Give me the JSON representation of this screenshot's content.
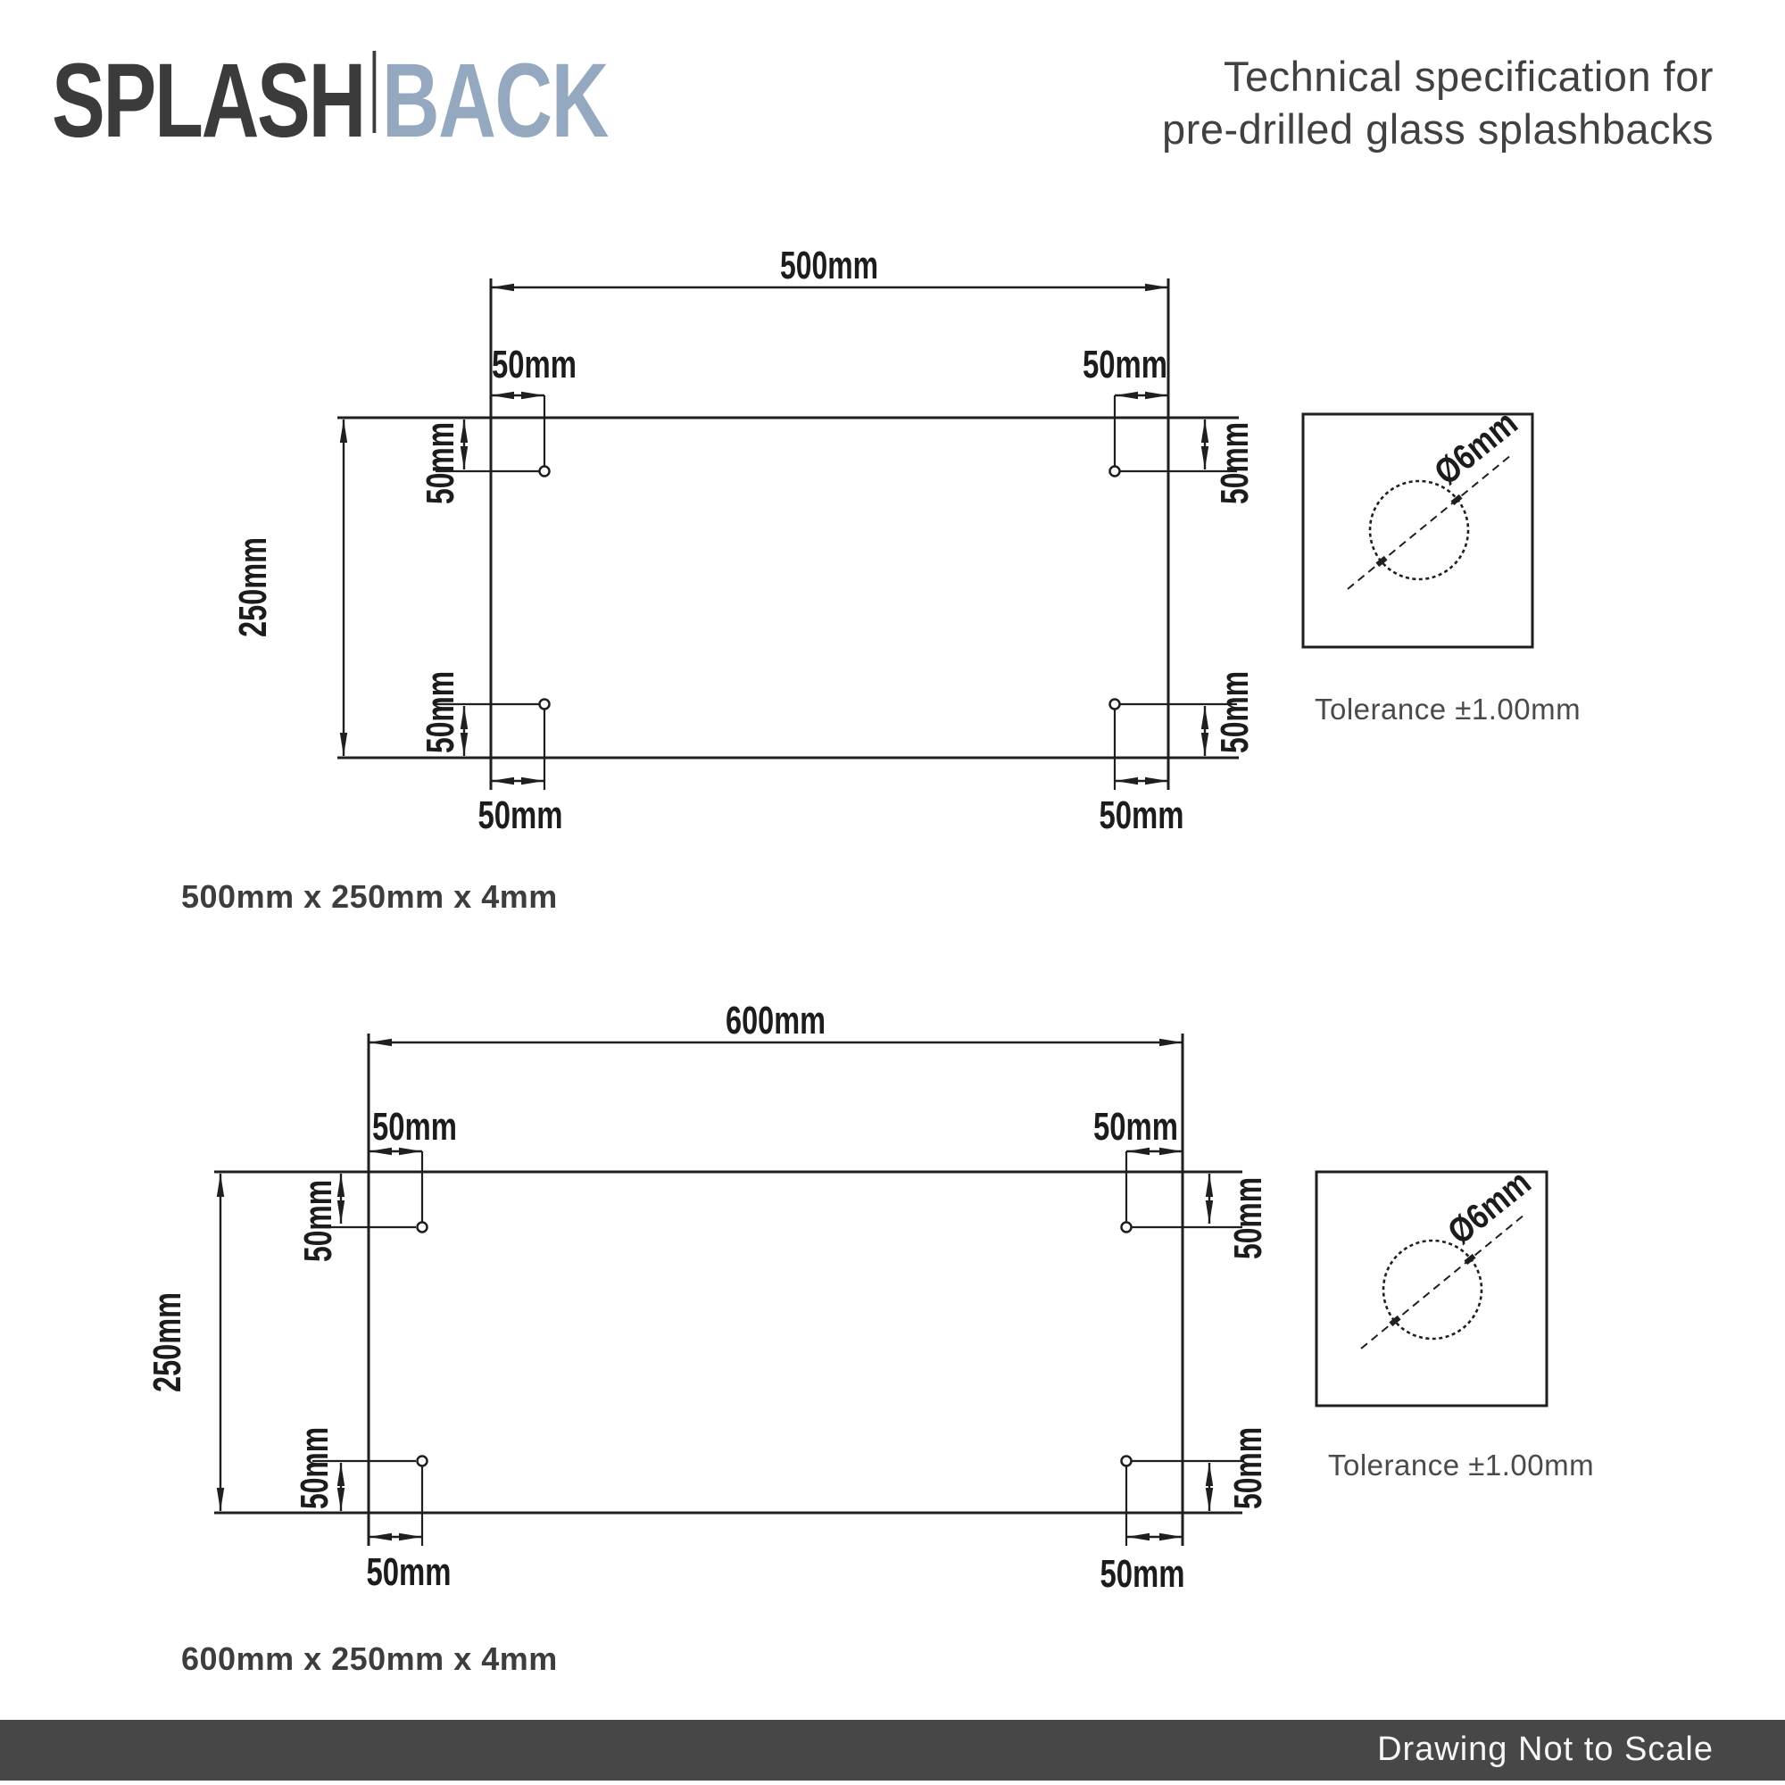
{
  "header": {
    "logo": {
      "primary": "SPLASH",
      "secondary": "BACK"
    },
    "title_line1": "Technical specification for",
    "title_line2": "pre-drilled glass splashbacks"
  },
  "drawings": [
    {
      "caption": "500mm x 250mm x 4mm",
      "width_label": "500mm",
      "height_label": "250mm",
      "hole_offset_label": "50mm"
    },
    {
      "caption": "600mm x 250mm x 4mm",
      "width_label": "600mm",
      "height_label": "250mm",
      "hole_offset_label": "50mm"
    }
  ],
  "detail": {
    "diameter_label": "Ø6mm",
    "tolerance_label": "Tolerance ±1.00mm"
  },
  "footer": {
    "note": "Drawing Not to Scale"
  },
  "colors": {
    "logo_primary": "#3b3b3b",
    "logo_accent": "#94a8bf",
    "line_ink": "#1f1f1f",
    "text_dark": "#3d3d3d",
    "footer_bg": "#474747"
  }
}
